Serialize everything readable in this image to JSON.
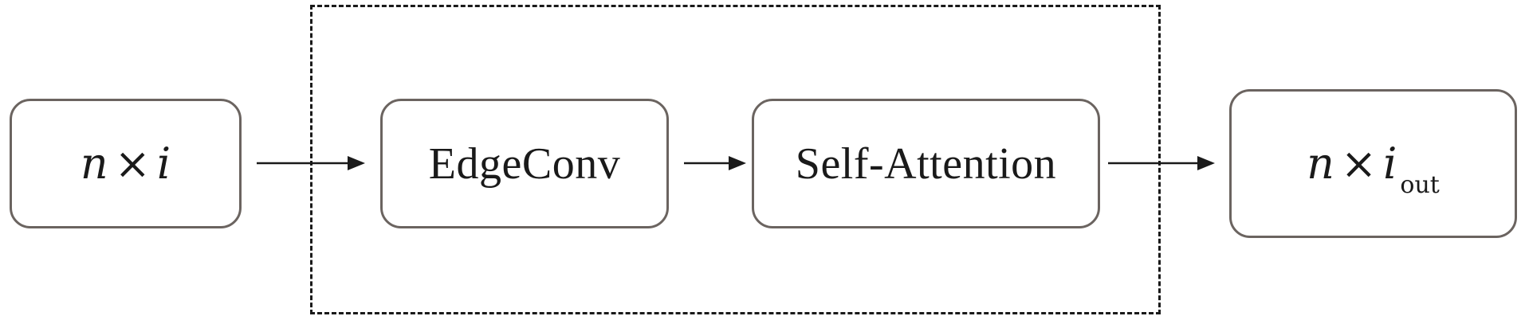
{
  "diagram": {
    "input": {
      "var1": "n",
      "op": "×",
      "var2": "i"
    },
    "module": {
      "steps": [
        {
          "label": "EdgeConv"
        },
        {
          "label": "Self-Attention"
        }
      ]
    },
    "output": {
      "var1": "n",
      "op": "×",
      "var2": "i",
      "sub": "out"
    },
    "colors": {
      "box_border": "#6b6460",
      "line": "#1a1a1a",
      "background": "#ffffff"
    }
  }
}
